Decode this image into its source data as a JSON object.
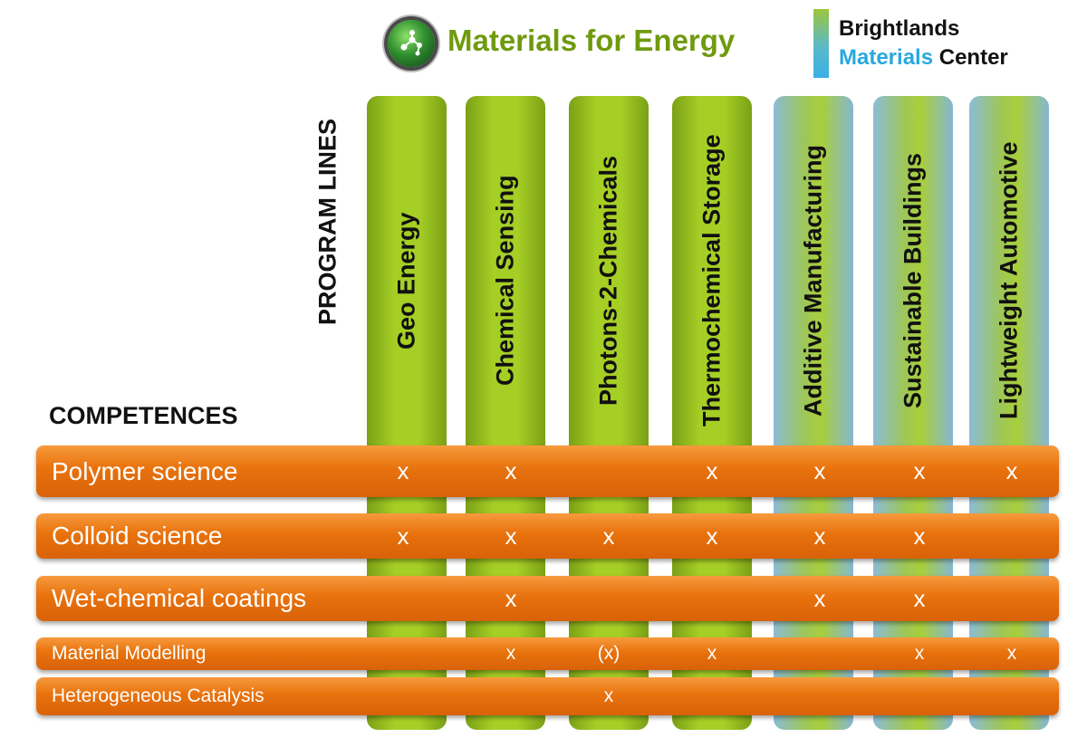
{
  "header": {
    "title": "Materials for Energy",
    "brand_line1": "Brightlands",
    "brand_line2_accent": "Materials",
    "brand_line2_rest": " Center"
  },
  "axis_labels": {
    "program_lines": "PROGRAM LINES",
    "competences": "COMPETENCES"
  },
  "columns": [
    {
      "label": "Geo Energy",
      "style": "green"
    },
    {
      "label": "Chemical Sensing",
      "style": "green"
    },
    {
      "label": "Photons-2-Chemicals",
      "style": "green"
    },
    {
      "label": "Thermochemical Storage",
      "style": "green"
    },
    {
      "label": "Additive Manufacturing",
      "style": "blue"
    },
    {
      "label": "Sustainable Buildings",
      "style": "blue"
    },
    {
      "label": "Lightweight Automotive",
      "style": "blue"
    }
  ],
  "rows": [
    {
      "label": "Polymer science",
      "marks": [
        "x",
        "x",
        "",
        "x",
        "x",
        "x",
        "x"
      ]
    },
    {
      "label": "Colloid science",
      "marks": [
        "x",
        "x",
        "x",
        "x",
        "x",
        "x",
        ""
      ]
    },
    {
      "label": "Wet-chemical coatings",
      "marks": [
        "",
        "x",
        "",
        "",
        "x",
        "x",
        ""
      ]
    },
    {
      "label": "Material  Modelling",
      "marks": [
        "",
        "x",
        "(x)",
        "x",
        "",
        "x",
        "x"
      ]
    },
    {
      "label": "Heterogeneous Catalysis",
      "marks": [
        "",
        "",
        "x",
        "",
        "",
        "",
        ""
      ]
    }
  ],
  "colors": {
    "green": "#a6cf25",
    "orange": "#e8720c",
    "title_green": "#6f9a0f",
    "brand_blue": "#29a8e0"
  }
}
